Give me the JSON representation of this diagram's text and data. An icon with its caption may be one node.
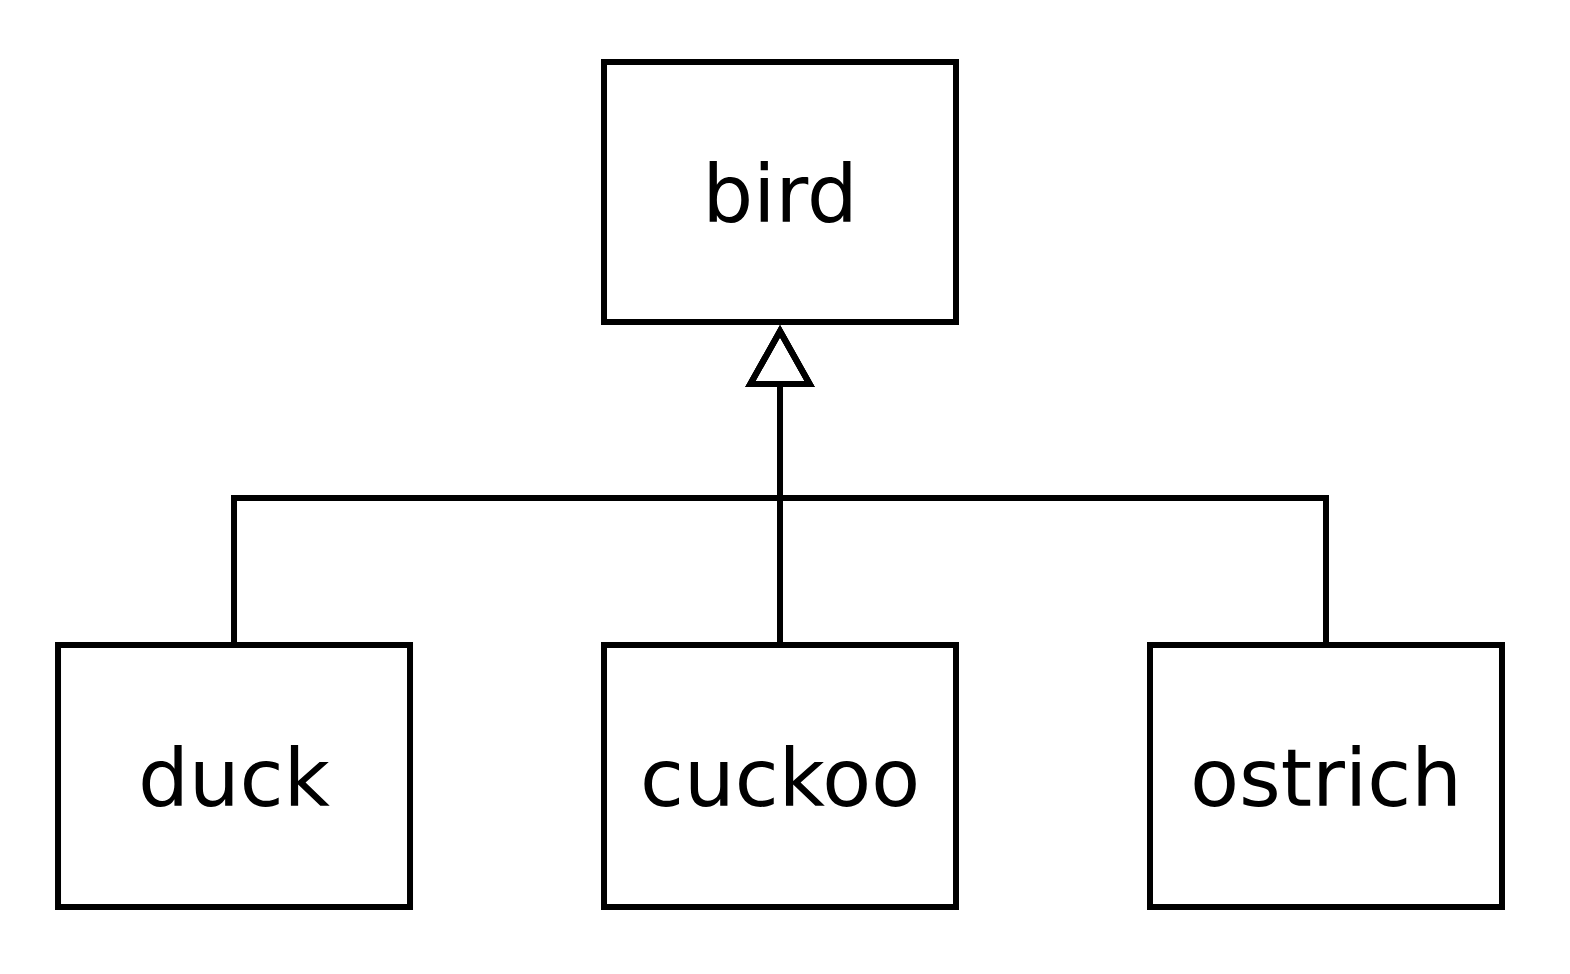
{
  "diagram": {
    "nodes": [
      {
        "text": [
          "bird"
        ]
      },
      {
        "text": [
          "duck"
        ]
      },
      {
        "text": [
          "cuckoo"
        ]
      },
      {
        "text": [
          "ostrich"
        ]
      }
    ],
    "edges": [
      {
        "from": 1,
        "to": 0,
        "arrow": "to"
      },
      {
        "from": 2,
        "to": 0,
        "arrow": "to"
      },
      {
        "from": 3,
        "to": 0,
        "arrow": "to"
      }
    ]
  }
}
